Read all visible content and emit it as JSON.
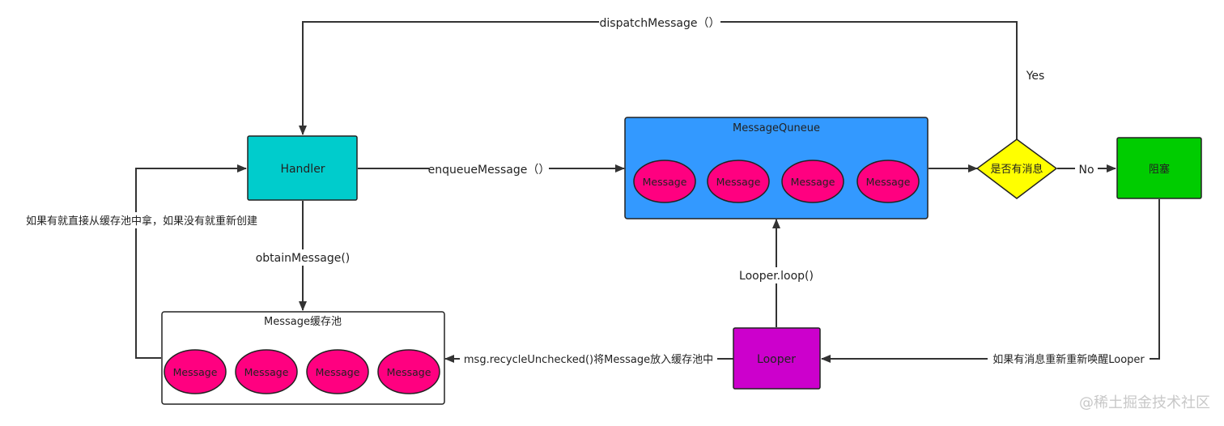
{
  "nodes": {
    "handler": {
      "label": "Handler",
      "color": "#00CCCC"
    },
    "message_queue": {
      "title": "MessageQuneue",
      "color": "#3399FF",
      "items": [
        "Message",
        "Message",
        "Message",
        "Message"
      ]
    },
    "decision": {
      "label": "是否有消息",
      "color": "#FFFF00"
    },
    "blocked": {
      "label": "阻塞",
      "color": "#00CC00"
    },
    "looper": {
      "label": "Looper",
      "color": "#CC00CC"
    },
    "message_pool": {
      "title": "Message缓存池",
      "color": "#FFFFFF",
      "items": [
        "Message",
        "Message",
        "Message",
        "Message"
      ]
    },
    "message_color": "#FF0080"
  },
  "edges": {
    "dispatch": "dispatchMessage（）",
    "yes": "Yes",
    "no": "No",
    "enqueue": "enqueueMessage（）",
    "obtain": "obtainMessage()",
    "reuse": "如果有就直接从缓存池中拿，如果没有就重新创建",
    "loop": "Looper.loop()",
    "recycle": "msg.recycleUnchecked()将Message放入缓存池中",
    "wake": "如果有消息重新重新唤醒Looper"
  },
  "watermark": "@稀土掘金技术社区"
}
